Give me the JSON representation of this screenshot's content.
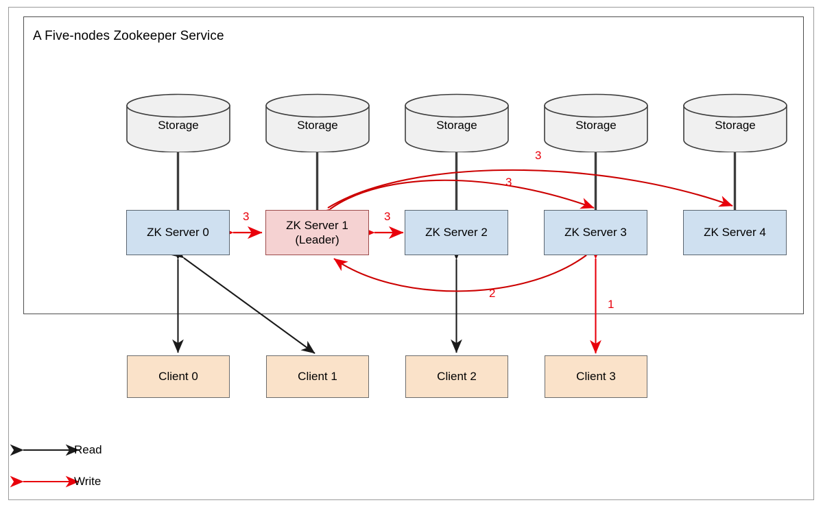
{
  "diagram": {
    "title": "A Five-nodes Zookeeper Service",
    "storage_label": "Storage",
    "storages": [
      {
        "label": "Storage"
      },
      {
        "label": "Storage"
      },
      {
        "label": "Storage"
      },
      {
        "label": "Storage"
      },
      {
        "label": "Storage"
      }
    ],
    "servers": [
      {
        "label": "ZK Server 0",
        "role": "",
        "color": "#cfe0f0"
      },
      {
        "label": "ZK Server 1",
        "role": "(Leader)",
        "color": "#f5d2d2"
      },
      {
        "label": "ZK Server 2",
        "role": "",
        "color": "#cfe0f0"
      },
      {
        "label": "ZK Server 3",
        "role": "",
        "color": "#cfe0f0"
      },
      {
        "label": "ZK Server 4",
        "role": "",
        "color": "#cfe0f0"
      }
    ],
    "clients": [
      {
        "label": "Client 0"
      },
      {
        "label": "Client 1"
      },
      {
        "label": "Client 2"
      },
      {
        "label": "Client 3"
      }
    ],
    "edge_labels": {
      "client3_to_server3": "1",
      "server3_to_leader": "2",
      "leader_to_server0": "3",
      "leader_to_server2": "3",
      "leader_to_server3": "3",
      "leader_to_server4": "3"
    },
    "legend": [
      {
        "label": "Read",
        "color": "#1a1a1a"
      },
      {
        "label": "Write",
        "color": "#e8000b"
      }
    ],
    "colors": {
      "read": "#1a1a1a",
      "write": "#e8000b",
      "server": "#cfe0f0",
      "leader": "#f5d2d2",
      "client": "#fae2c9",
      "storage": "#f0f0f0"
    }
  }
}
